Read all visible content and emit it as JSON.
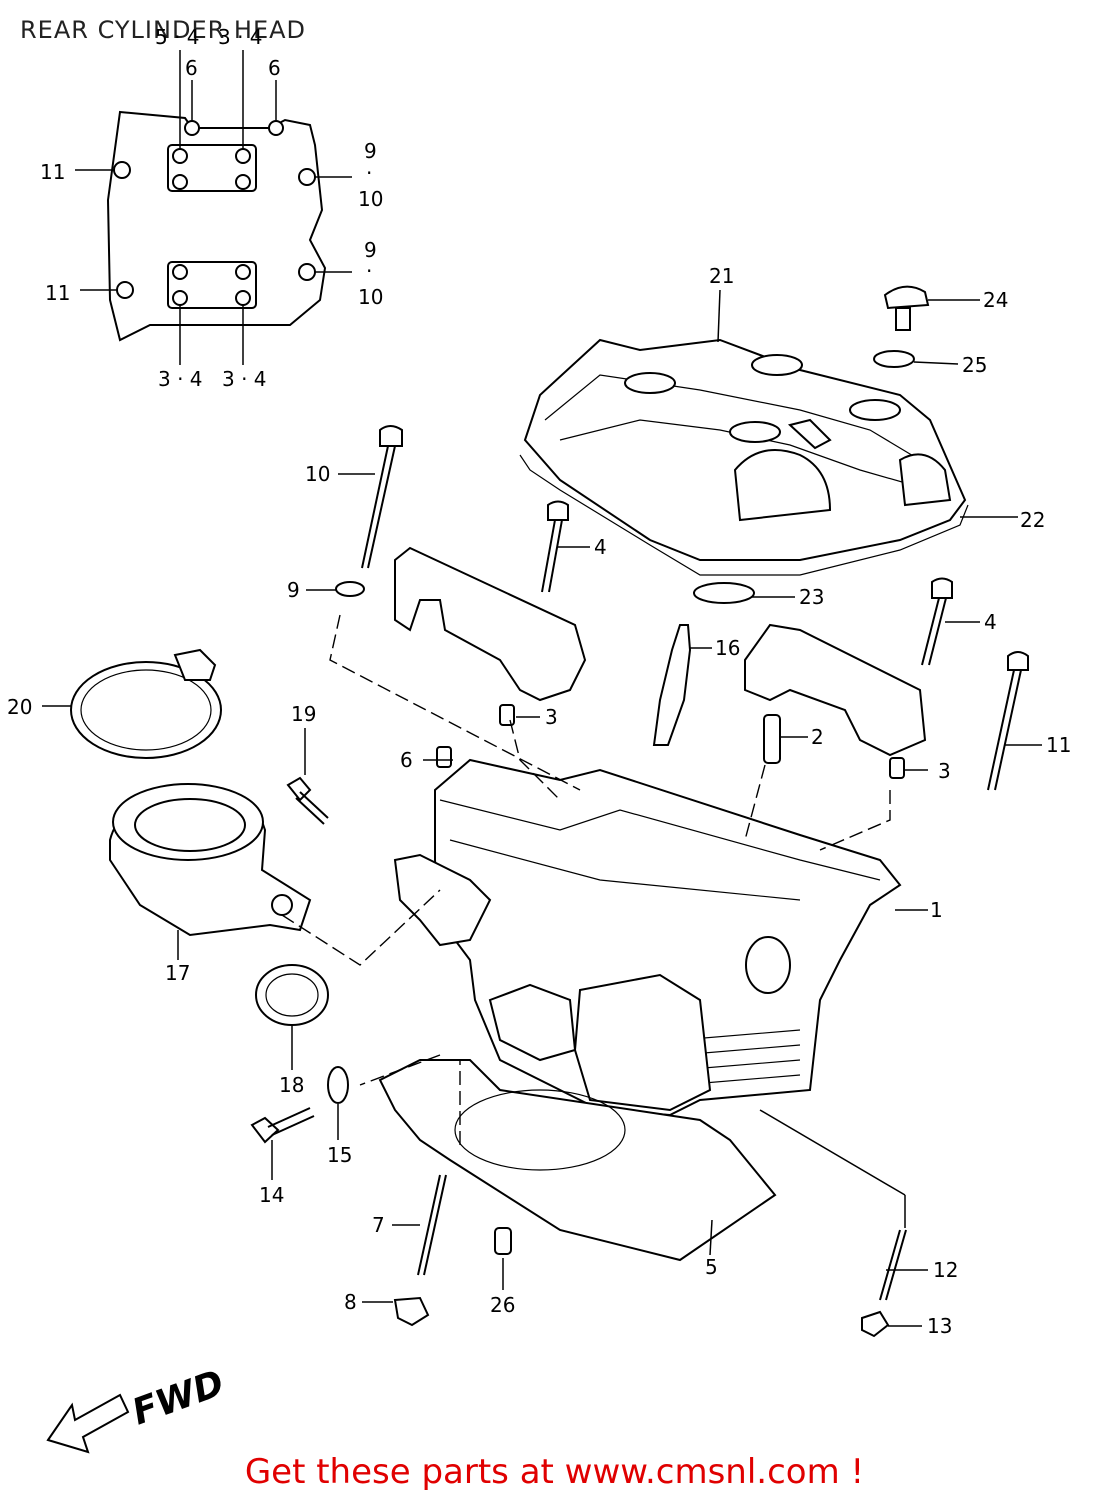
{
  "title": "REAR CYLINDER HEAD",
  "footer": "Get these parts at www.cmsnl.com !",
  "fwd_label": "FWD",
  "colors": {
    "footer": "#e00000",
    "line": "#000000",
    "background": "#ffffff"
  },
  "callouts": {
    "c1": "1",
    "c2": "2",
    "c3a": "3",
    "c3b": "3",
    "c4a": "4",
    "c4b": "4",
    "c5": "5",
    "c6": "6",
    "c7": "7",
    "c8": "8",
    "c9": "9",
    "c10": "10",
    "c11": "11",
    "c12": "12",
    "c13": "13",
    "c14": "14",
    "c15": "15",
    "c16": "16",
    "c17": "17",
    "c18": "18",
    "c19": "19",
    "c20": "20",
    "c21": "21",
    "c22": "22",
    "c23": "23",
    "c24": "24",
    "c25": "25",
    "c26": "26"
  },
  "inset": {
    "top_left": "5 · 4",
    "top_right": "3 · 4",
    "top6a": "6",
    "top6b": "6",
    "right1a": "9",
    "right1b": "·",
    "right1c": "10",
    "right2a": "9",
    "right2b": "·",
    "right2c": "10",
    "left1": "11",
    "left2": "11",
    "bottom_left": "3 · 4",
    "bottom_right": "3 · 4"
  }
}
